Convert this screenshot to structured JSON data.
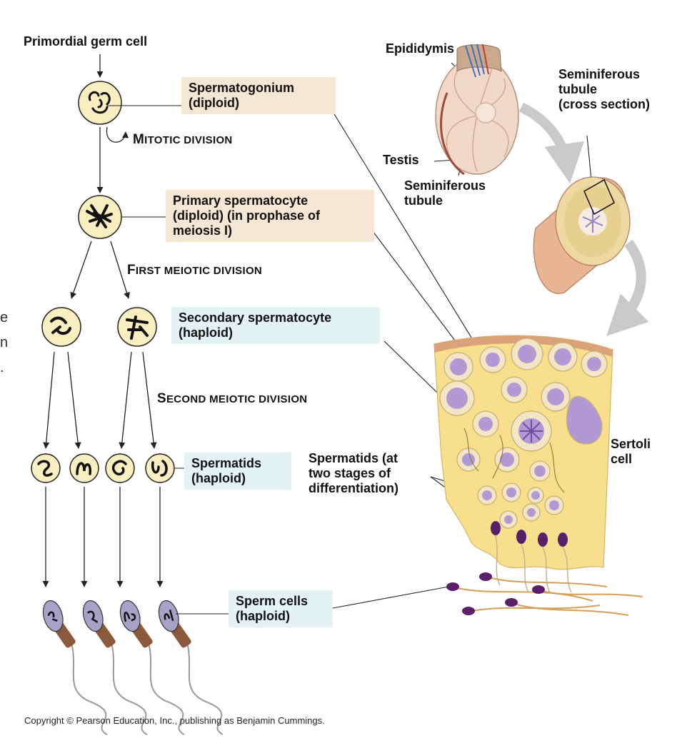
{
  "labels": {
    "primordial": "Primordial germ cell",
    "spermatogonium": "Spermatogonium\n(diploid)",
    "mitotic_first": "M",
    "mitotic_rest": "ITOTIC DIVISION",
    "primary": "Primary spermatocyte\n(diploid) (in prophase of\nmeiosis I)",
    "first_meiotic_first": "F",
    "first_meiotic_rest": "IRST MEIOTIC DIVISION",
    "secondary": "Secondary spermatocyte\n(haploid)",
    "second_meiotic_first": "S",
    "second_meiotic_rest": "ECOND MEIOTIC DIVISION",
    "spermatids": "Spermatids\n(haploid)",
    "sperm_cells": "Sperm cells\n(haploid)",
    "epididymis": "Epididymis",
    "testis": "Testis",
    "seminiferous_tubule": "Seminiferous\ntubule",
    "seminiferous_cross": "Seminiferous\ntubule\n(cross section)",
    "sertoli": "Sertoli\ncell",
    "spermatids_stages": "Spermatids (at\ntwo stages of\ndifferentiation)"
  },
  "edge_text": {
    "line1": "e",
    "line2": "n",
    "line3": "."
  },
  "copyright": "Copyright © Pearson Education, Inc., publishing as Benjamin Cummings.",
  "colors": {
    "cell_fill": "#f8eec0",
    "tissue_fill": "#f7df8e",
    "nucleus": "#9b7fc4",
    "tan_box": "#f6e7d4",
    "blue_box": "#e4f2f3",
    "sperm_head": "#6b2a7a"
  }
}
